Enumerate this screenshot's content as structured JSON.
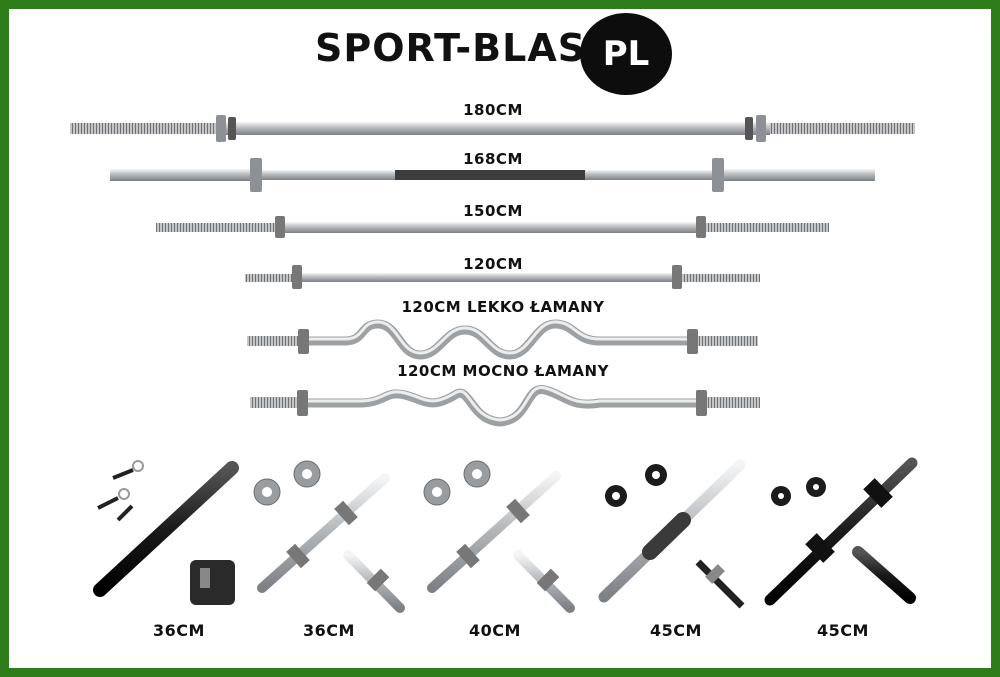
{
  "brand": {
    "name": "SPORT-BLAST",
    "badge": "PL"
  },
  "bars": [
    {
      "label": "180CM"
    },
    {
      "label": "168CM"
    },
    {
      "label": "150CM"
    },
    {
      "label": "120CM"
    },
    {
      "label": "120CM LEKKO ŁAMANY"
    },
    {
      "label": "120CM MOCNO ŁAMANY"
    }
  ],
  "handles": [
    {
      "label": "36CM"
    },
    {
      "label": "36CM"
    },
    {
      "label": "40CM"
    },
    {
      "label": "45CM"
    },
    {
      "label": "45CM"
    }
  ],
  "colors": {
    "frame": "#2e7d1a",
    "chrome": "#b9bcbf",
    "dark": "#1a1a1a"
  }
}
